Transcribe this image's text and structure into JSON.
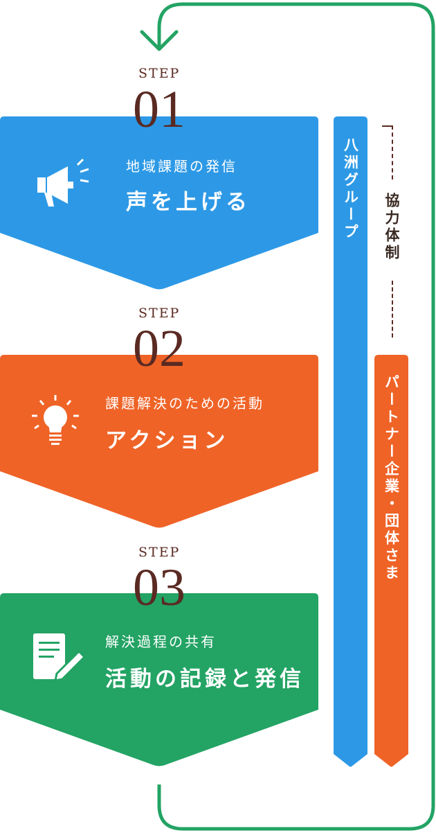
{
  "colors": {
    "blue": "#2d99e6",
    "orange": "#ef6327",
    "green": "#23a364",
    "brown": "#5a2a22",
    "white": "#ffffff"
  },
  "steps": [
    {
      "label": "STEP",
      "number": "01",
      "subtitle": "地域課題の発信",
      "title": "声を上げる",
      "icon": "megaphone-icon"
    },
    {
      "label": "STEP",
      "number": "02",
      "subtitle": "課題解決のための活動",
      "title": "アクション",
      "icon": "lightbulb-icon"
    },
    {
      "label": "STEP",
      "number": "03",
      "subtitle": "解決過程の共有",
      "title": "活動の記録と発信",
      "icon": "document-pen-icon"
    }
  ],
  "sidebar": {
    "group_label": "八洲グループ",
    "cooperation_label": "協力体制",
    "partner_label": "パートナー企業・団体さま"
  }
}
